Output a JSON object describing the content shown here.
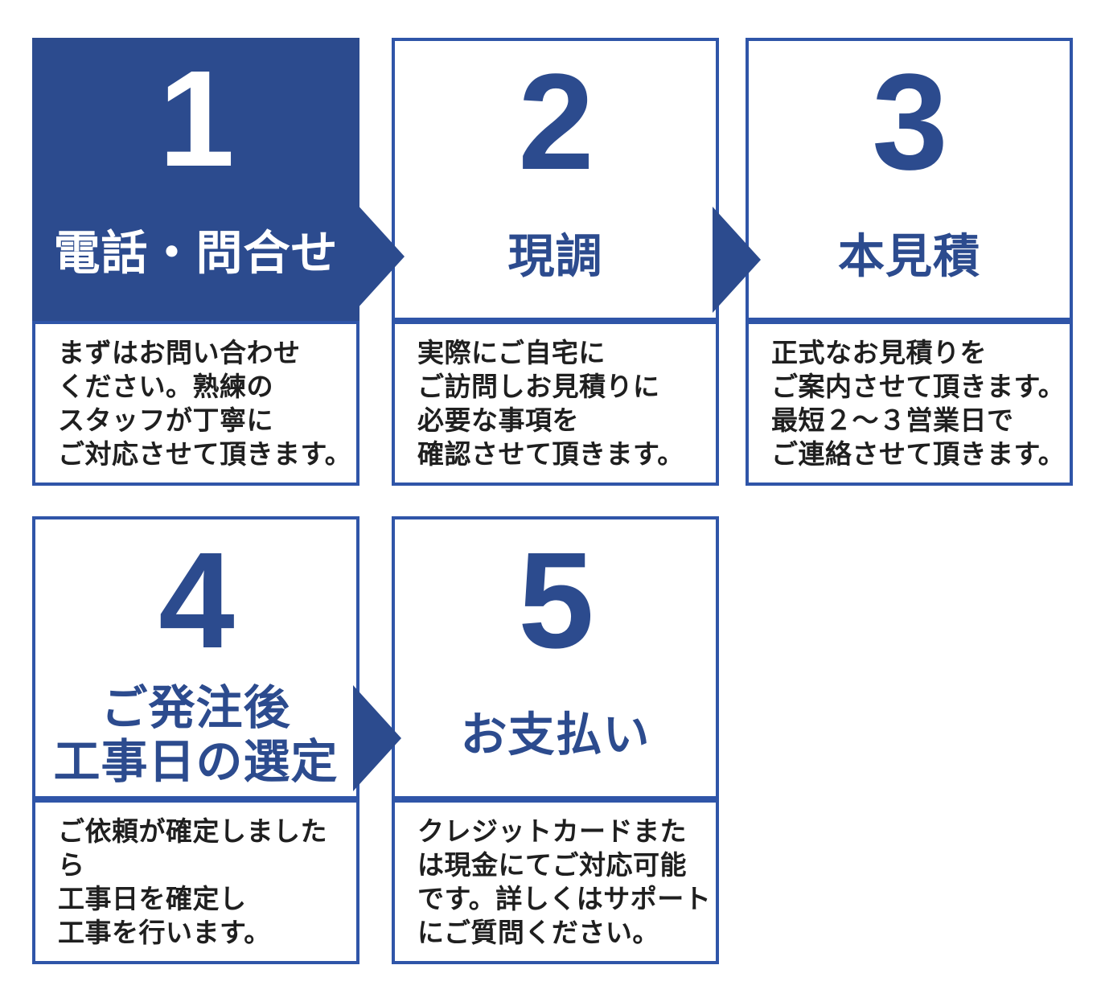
{
  "colors": {
    "primary_blue": "#2c4b8e",
    "border_blue": "#2f55a8",
    "text_dark": "#1f1f1f",
    "white": "#ffffff"
  },
  "diagram": {
    "kind": "service-order-flow",
    "steps": [
      {
        "number": "1",
        "title": "電話・問合せ",
        "description": "まずはお問い合わせ\nください。熟練の\nスタッフが丁寧に\nご対応させて頂きます。",
        "highlighted": true,
        "arrow_after": true
      },
      {
        "number": "2",
        "title": "現調",
        "description": "実際にご自宅に\nご訪問しお見積りに\n必要な事項を\n確認させて頂きます。",
        "highlighted": false,
        "arrow_after": true
      },
      {
        "number": "3",
        "title": "本見積",
        "description": "正式なお見積りを\nご案内させて頂きます。\n最短２～３営業日で\nご連絡させて頂きます。",
        "highlighted": false,
        "arrow_after": false
      },
      {
        "number": "4",
        "title": "ご発注後\n工事日の選定",
        "description": "ご依頼が確定しましたら\n工事日を確定し\n工事を行います。",
        "highlighted": false,
        "arrow_after": true
      },
      {
        "number": "5",
        "title": "お支払い",
        "description": "クレジットカードまた\nは現金にてご対応可能\nです。詳しくはサポート\nにご質問ください。",
        "highlighted": false,
        "arrow_after": false
      }
    ]
  }
}
